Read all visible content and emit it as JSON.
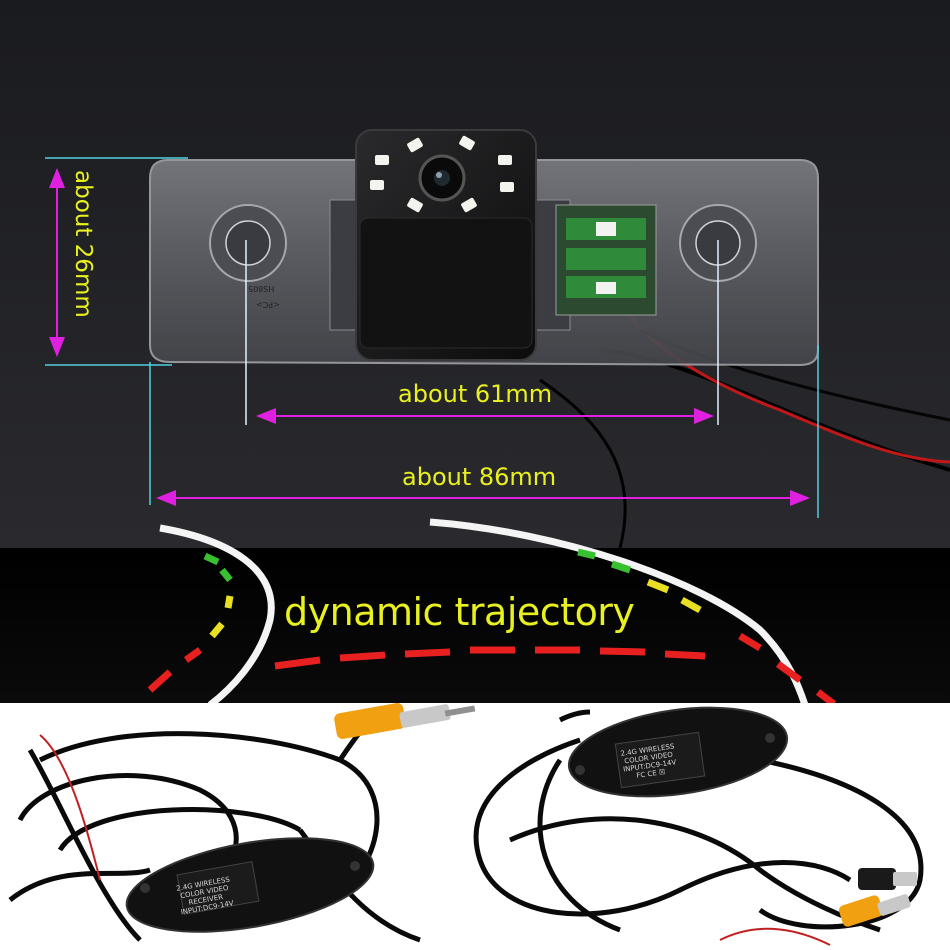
{
  "dimensions": {
    "height": "about 26mm",
    "hole_spacing": "about 61mm",
    "width": "about 86mm"
  },
  "feature": "dynamic trajectory",
  "housing_marking": [
    "HS805",
    "<PC>"
  ],
  "receiver_label": [
    "2.4G WIRELESS",
    "COLOR VIDEO",
    "RECEIVER",
    "INPUT:DC9-14V"
  ],
  "transmitter_label": [
    "2.4G WIRELESS",
    "COLOR VIDEO",
    "INPUT:DC9-14V",
    "FC CE ☒"
  ],
  "colors": {
    "label_text": "#e8f020",
    "dimension_arrow": "#e020e0",
    "guide_line": "#50d0e0",
    "trajectory_green": "#38c030",
    "trajectory_yellow": "#e8e020",
    "trajectory_red": "#e82020"
  }
}
